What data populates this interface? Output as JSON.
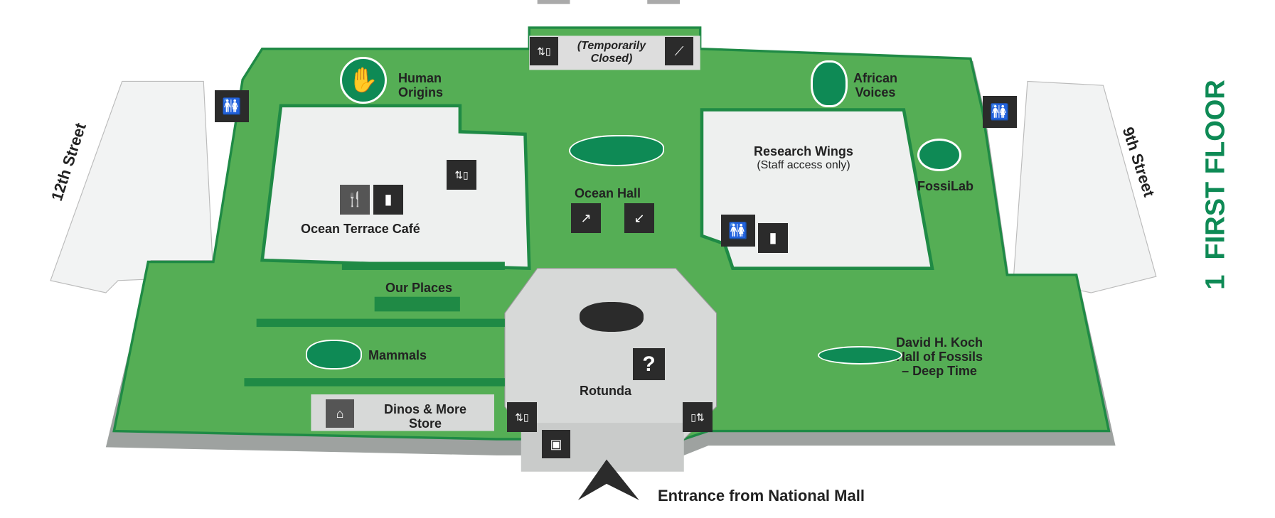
{
  "floor": {
    "number": "1",
    "title": "FIRST FLOOR"
  },
  "streets": {
    "left": "12th Street",
    "right": "9th Street"
  },
  "entrance": "Entrance from National Mall",
  "closed_note": [
    "(Temporarily",
    "Closed)"
  ],
  "areas": {
    "human_origins": [
      "Human",
      "Origins"
    ],
    "african_voices": [
      "African",
      "Voices"
    ],
    "research_wings": "Research Wings",
    "research_note": "(Staff access only)",
    "fossilab": "FossiLab",
    "ocean_hall": "Ocean Hall",
    "cafe": "Ocean Terrace Café",
    "our_places": "Our Places",
    "mammals": "Mammals",
    "rotunda": "Rotunda",
    "store": [
      "Dinos & More",
      "Store"
    ],
    "fossils": [
      "David H. Koch",
      "Hall of Fossils",
      "– Deep Time"
    ]
  },
  "colors": {
    "floor": "#55ae55",
    "wall": "#1f8a45",
    "title": "#0e8a55",
    "interior": "#eef0ef",
    "icon_bg": "#2b2b2b"
  },
  "icons": [
    "restroom-icon",
    "elevator-icon",
    "escalator-icon",
    "stairs-icon",
    "food-icon",
    "water-bottle-icon",
    "info-icon",
    "coat-check-icon",
    "store-icon"
  ]
}
